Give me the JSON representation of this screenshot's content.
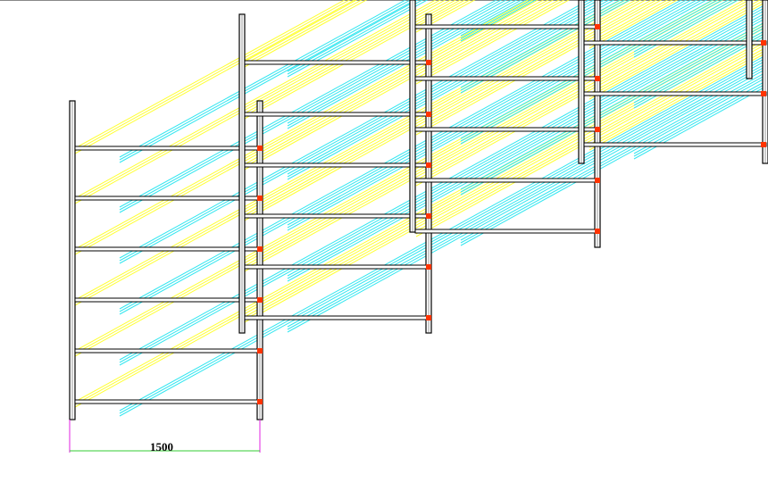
{
  "drawing": {
    "dimension_label": "1500",
    "watermark_text": "",
    "colors": {
      "background": "#ffffff",
      "frame": "#000000",
      "beam": "#000000",
      "yellow_line": "#ffff33",
      "cyan_line": "#33e6f0",
      "green_line": "#33cc33",
      "dimension": "#e020e0",
      "connector": "#ff3300"
    },
    "icons": [
      "rack-frame",
      "shelf-beam",
      "dimension-line"
    ]
  }
}
